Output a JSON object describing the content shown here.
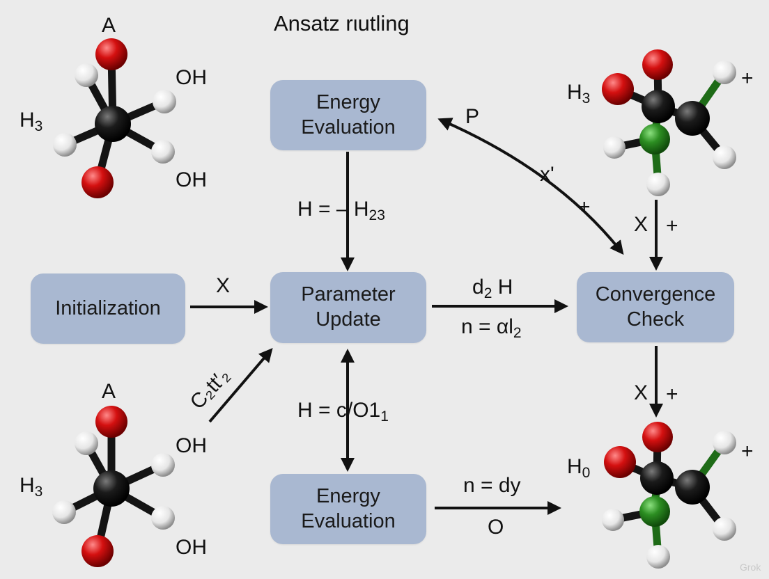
{
  "diagram": {
    "title": "Ansatz rιutling",
    "nodes": {
      "energy_eval_top": [
        "Energy",
        "Evaluation"
      ],
      "initialization": [
        "Initialization"
      ],
      "parameter_update": [
        "Parameter",
        "Update"
      ],
      "convergence_check": [
        "Convergence",
        "Check"
      ],
      "energy_eval_bottom": [
        "Energy",
        "Evaluation"
      ]
    },
    "edge_labels": {
      "init_to_update": "X",
      "top_to_update": {
        "main": "H = – H",
        "sub": "23"
      },
      "update_to_conv_a": {
        "main": "d",
        "sub": "2",
        "rest": " H"
      },
      "update_to_conv_b": {
        "main": "n = αl",
        "sub": "2"
      },
      "conv_top_p": "P",
      "conv_top_x": "x'",
      "conv_top_plus": "+",
      "right_top_x": "X",
      "right_top_plus": "+",
      "right_bottom_x": "X",
      "right_bottom_plus": "+",
      "update_bottom": {
        "main": "H = c/O1",
        "sub": "1"
      },
      "diag_lower": "C₂tt′₂",
      "bottom_right_a": "n = dy",
      "bottom_right_b": "O"
    },
    "molecules": {
      "top_left": {
        "top": "A",
        "left": {
          "main": "H",
          "sub": "3"
        },
        "right_upper": "OH",
        "right_lower": "OH"
      },
      "bottom_left": {
        "top": "A",
        "left": {
          "main": "H",
          "sub": "3"
        },
        "right_upper": "OH",
        "right_lower": "OH"
      },
      "top_right": {
        "left": {
          "main": "H",
          "sub": "3"
        },
        "right": "+"
      },
      "bottom_right": {
        "left": {
          "main": "H",
          "sub": "0"
        },
        "right": "+"
      }
    },
    "watermark": "Grok",
    "colors": {
      "background": "#ebebeb",
      "box": "#a9b8d1",
      "oxygen": "#d41010",
      "carbon": "#1b1b1b",
      "hydrogen": "#f2f2f2",
      "nitrogen": "#2c8e22",
      "arrow": "#111111"
    }
  }
}
